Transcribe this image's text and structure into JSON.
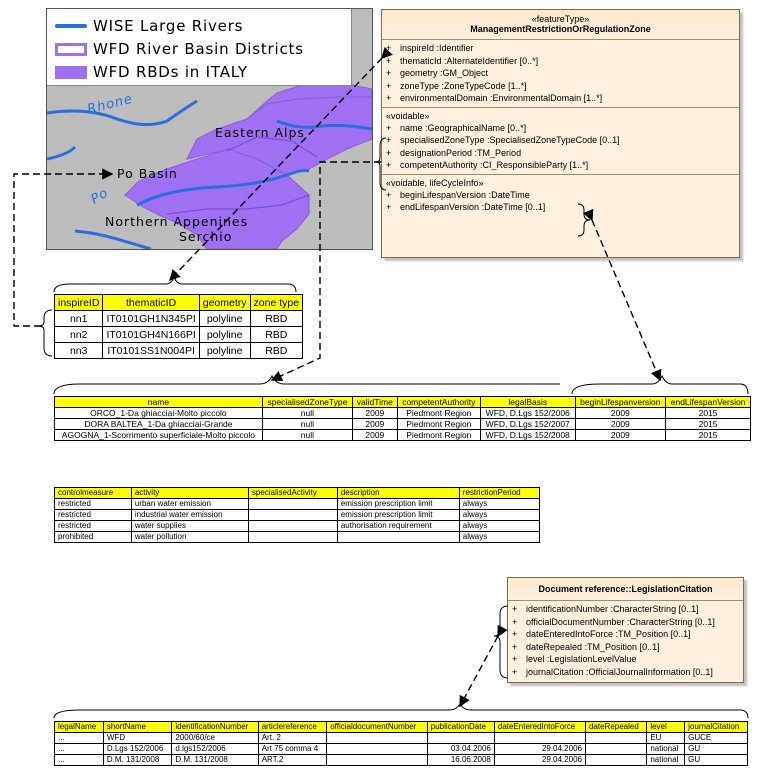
{
  "map": {
    "legend": [
      {
        "icon": "river-line-icon",
        "label": "WISE Large Rivers"
      },
      {
        "icon": "district-outline-icon",
        "label": "WFD River Basin Districts"
      },
      {
        "icon": "district-fill-icon",
        "label": "WFD RBDs in ITALY"
      }
    ],
    "labels": {
      "eastern_alps": "Eastern Alps",
      "po_basin": "Po Basin",
      "northern_apennines": "Northern Appenines",
      "serchio": "Serchio",
      "rhone": "Rhone",
      "po_river": "Po"
    },
    "colors": {
      "river": "#2a6fdd",
      "district": "#9f70f2",
      "land": "#bcbcbc"
    }
  },
  "feature_type": {
    "stereotype": "«featureType»",
    "name": "ManagementRestrictionOrRegulationZone",
    "attributes": [
      {
        "vis": "+",
        "text": "inspireId  :Identifier"
      },
      {
        "vis": "+",
        "text": "thematicId  :AlternateIdentifier [0..*]"
      },
      {
        "vis": "+",
        "text": "geometry  :GM_Object"
      },
      {
        "vis": "+",
        "text": "zoneType  :ZoneTypeCode [1..*]"
      },
      {
        "vis": "+",
        "text": "environmentalDomain  :EnvironmentalDomain [1..*]"
      }
    ],
    "voidable_title": "«voidable»",
    "voidable": [
      {
        "vis": "+",
        "text": "name  :GeographicalName [0..*]"
      },
      {
        "vis": "+",
        "text": "specialisedZoneType  :SpecialisedZoneTypeCode [0..1]"
      },
      {
        "vis": "+",
        "text": "designationPeriod  :TM_Period"
      },
      {
        "vis": "+",
        "text": "competentAuthority  :CI_ResponsibleParty [1..*]"
      }
    ],
    "lifecycle_title": "«voidable, lifeCycleInfo»",
    "lifecycle": [
      {
        "vis": "+",
        "text": "beginLifespanVersion  :DateTime"
      },
      {
        "vis": "+",
        "text": "endLifespanVersion  :DateTime [0..1]"
      }
    ]
  },
  "rbd_table": {
    "headers": [
      "inspireID",
      "thematicID",
      "geometry",
      "zone type"
    ],
    "rows": [
      [
        "nn1",
        "IT0101GH1N345PI",
        "polyline",
        "RBD"
      ],
      [
        "nn2",
        "IT0101GH4N166PI",
        "polyline",
        "RBD"
      ],
      [
        "nn3",
        "IT0101SS1N004PI",
        "polyline",
        "RBD"
      ]
    ]
  },
  "zone_table": {
    "headers": [
      "name",
      "specialisedZoneType",
      "validTime",
      "competentAuthority",
      "legalBasis",
      "beginLifespanversion",
      "endLifespanVersion"
    ],
    "rows": [
      [
        "ORCO_1-Da ghiacciai-Molto piccolo",
        "null",
        "2009",
        "Piedmont Region",
        "WFD, D.Lgs 152/2006",
        "2009",
        "2015"
      ],
      [
        "DORA BALTEA_1-Da ghiacciai-Grande",
        "null",
        "2009",
        "Piedmont Region",
        "WFD, D.Lgs 152/2007",
        "2009",
        "2015"
      ],
      [
        "AGOGNA_1-Scorrimento superficiale-Molto piccolo",
        "null",
        "2009",
        "Piedmont Region",
        "WFD, D.Lgs 152/2008",
        "2009",
        "2015"
      ]
    ]
  },
  "restriction_table": {
    "headers": [
      "controlmeasure",
      "activity",
      "specialisedActivity",
      "description",
      "restrictionPeriod"
    ],
    "rows": [
      [
        "restricted",
        "urban water emission",
        "",
        "emission prescription limit",
        "always"
      ],
      [
        "restricted",
        "industrial water emission",
        "",
        "emission prescription limit",
        "always"
      ],
      [
        "restricted",
        "water supplies",
        "",
        "authorisation requirement",
        "always"
      ],
      [
        "prohibited",
        "water pollution",
        "",
        "",
        "always"
      ]
    ]
  },
  "legislation_class": {
    "name": "Document reference::LegislationCitation",
    "attributes": [
      {
        "vis": "+",
        "text": "identificationNumber  :CharacterString [0..1]"
      },
      {
        "vis": "+",
        "text": "officialDocumentNumber  :CharacterString [0..1]"
      },
      {
        "vis": "+",
        "text": "dateEnteredIntoForce  :TM_Position [0..1]"
      },
      {
        "vis": "+",
        "text": "dateRepealed  :TM_Position [0..1]"
      },
      {
        "vis": "+",
        "text": "level  :LegislationLevelValue"
      },
      {
        "vis": "+",
        "text": "journalCitation  :OfficialJournalInformation [0..1]"
      }
    ]
  },
  "legislation_table": {
    "headers": [
      "legalName",
      "shortName",
      "identificationNumber",
      "articlereference",
      "officialdocumentNumber",
      "publicationDate",
      "dateEnteredIntoForce",
      "dateRepealed",
      "level",
      "journalCitation"
    ],
    "rows": [
      [
        "...",
        "WFD",
        "2000/60/ce",
        "Art. 2",
        "",
        "",
        "",
        "",
        "EU",
        "GUCE"
      ],
      [
        "...",
        "D.Lgs 152/2006",
        "d.lgs152/2006",
        "Art 75 comma 4",
        "",
        "03.04.2006",
        "29.04.2006",
        "",
        "national",
        "GU"
      ],
      [
        "...",
        "D.M. 131/2008",
        "D.M. 131/2008",
        "ART.2",
        "",
        "16.06.2008",
        "29.04.2006",
        "",
        "national",
        "GU"
      ]
    ]
  }
}
